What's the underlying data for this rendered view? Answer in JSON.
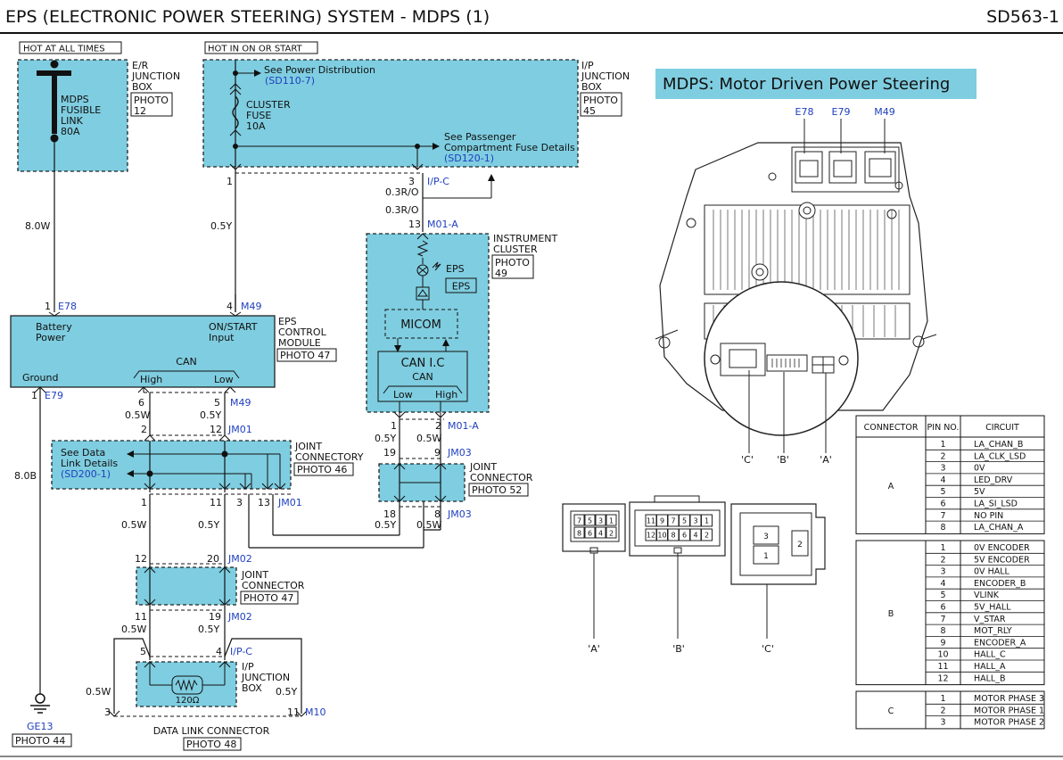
{
  "header": {
    "title": "EPS (ELECTRONIC POWER STEERING) SYSTEM - MDPS (1)",
    "code": "SD563-1"
  },
  "power": {
    "hot_all_times": "HOT AT ALL TIMES",
    "hot_in_on_start": "HOT IN ON OR START",
    "er_box": [
      "E/R",
      "JUNCTION",
      "BOX"
    ],
    "er_photo": [
      "PHOTO",
      "12"
    ],
    "fusible_link": [
      "MDPS",
      "FUSIBLE",
      "LINK",
      "80A"
    ],
    "ip_box": [
      "I/P",
      "JUNCTION",
      "BOX"
    ],
    "ip_photo": [
      "PHOTO",
      "45"
    ],
    "see_power_dist": "See Power Distribution",
    "power_dist_ref": "(SD110-7)",
    "cluster_fuse": [
      "CLUSTER",
      "FUSE",
      "10A"
    ],
    "see_passenger": [
      "See Passenger",
      "Compartment Fuse Details"
    ],
    "passenger_ref": "(SD120-1)"
  },
  "wires": {
    "w80W": "8.0W",
    "w05Y": "0.5Y",
    "w03RO": "0.3R/O",
    "w80B": "8.0B",
    "w05W": "0.5W"
  },
  "pins": {
    "p1": "1",
    "p2": "2",
    "p3": "3",
    "p4": "4",
    "p5": "5",
    "p6": "6",
    "p8": "8",
    "p9": "9",
    "p11": "11",
    "p12": "12",
    "p13": "13",
    "p18": "18",
    "p19": "19",
    "p20": "20"
  },
  "connectors": {
    "ipc": "I/P-C",
    "m01a": "M01-A",
    "e78": "E78",
    "m49": "M49",
    "e79": "E79",
    "jm01": "JM01",
    "jm03": "JM03",
    "jm02": "JM02",
    "m10": "M10",
    "ge13": "GE13"
  },
  "cluster": {
    "name": [
      "INSTRUMENT",
      "CLUSTER"
    ],
    "photo": [
      "PHOTO",
      "49"
    ],
    "eps_label": "EPS",
    "eps_box": "EPS",
    "micom": "MICOM",
    "canic": "CAN I.C",
    "can": "CAN",
    "low": "Low",
    "high": "High"
  },
  "eps_module": {
    "battery": [
      "Battery",
      "Power"
    ],
    "onstart": [
      "ON/START",
      "Input"
    ],
    "name": [
      "EPS",
      "CONTROL",
      "MODULE"
    ],
    "photo": "PHOTO 47",
    "can": "CAN",
    "high": "High",
    "low": "Low",
    "ground": "Ground"
  },
  "joints": {
    "see_data": [
      "See Data",
      "Link Details"
    ],
    "data_ref": "(SD200-1)",
    "jc1_name": [
      "JOINT",
      "CONNECTORY"
    ],
    "jc1_photo": "PHOTO 46",
    "jc2_name": [
      "JOINT",
      "CONNECTOR"
    ],
    "jc2_photo": "PHOTO 52",
    "jc3_name": [
      "JOINT",
      "CONNECTOR"
    ],
    "jc3_photo": "PHOTO 47",
    "ipj_name": [
      "I/P",
      "JUNCTION",
      "BOX"
    ],
    "resistor": "120Ω",
    "dlc": "DATA  LINK  CONNECTOR",
    "dlc_photo": "PHOTO 48",
    "ground_photo": "PHOTO 44"
  },
  "illustration": {
    "mdps_title": "MDPS: Motor Driven Power Steering",
    "top_labels": [
      "E78",
      "E79",
      "M49"
    ],
    "callouts": [
      "'C'",
      "'B'",
      "'A'"
    ],
    "face_labels": [
      "'A'",
      "'B'",
      "'C'"
    ],
    "a_top": [
      "7",
      "5",
      "3",
      "1"
    ],
    "a_bot": [
      "8",
      "6",
      "4",
      "2"
    ],
    "b_top": [
      "11",
      "9",
      "7",
      "5",
      "3",
      "1"
    ],
    "b_bot": [
      "12",
      "10",
      "8",
      "6",
      "4",
      "2"
    ],
    "c_pins": [
      "3",
      "1",
      "2"
    ]
  },
  "pin_table": {
    "headers": [
      "CONNECTOR",
      "PIN NO.",
      "CIRCUIT"
    ],
    "groups": [
      {
        "connector": "A",
        "rows": [
          [
            "1",
            "LA_CHAN_B"
          ],
          [
            "2",
            "LA_CLK_LSD"
          ],
          [
            "3",
            "0V"
          ],
          [
            "4",
            "LED_DRV"
          ],
          [
            "5",
            "5V"
          ],
          [
            "6",
            "LA_SI_LSD"
          ],
          [
            "7",
            "NO PIN"
          ],
          [
            "8",
            "LA_CHAN_A"
          ]
        ]
      },
      {
        "connector": "B",
        "rows": [
          [
            "1",
            "0V ENCODER"
          ],
          [
            "2",
            "5V ENCODER"
          ],
          [
            "3",
            "0V HALL"
          ],
          [
            "4",
            "ENCODER_B"
          ],
          [
            "5",
            "VLINK"
          ],
          [
            "6",
            "5V_HALL"
          ],
          [
            "7",
            "V_STAR"
          ],
          [
            "8",
            "MOT_RLY"
          ],
          [
            "9",
            "ENCODER_A"
          ],
          [
            "10",
            "HALL_C"
          ],
          [
            "11",
            "HALL_A"
          ],
          [
            "12",
            "HALL_B"
          ]
        ]
      },
      {
        "connector": "C",
        "rows": [
          [
            "1",
            "MOTOR PHASE 3"
          ],
          [
            "2",
            "MOTOR PHASE 1"
          ],
          [
            "3",
            "MOTOR PHASE 2"
          ]
        ]
      }
    ]
  }
}
